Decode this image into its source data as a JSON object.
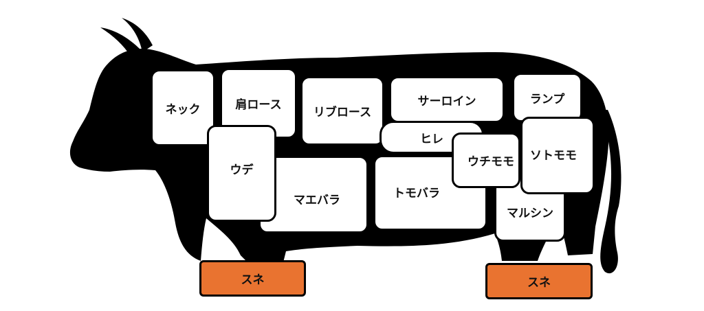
{
  "colors": {
    "silhouette": "#000000",
    "cut_fill": "#ffffff",
    "shank_fill": "#e97330",
    "text": "#111111"
  },
  "cuts": {
    "neck": "ネック",
    "chuck_roll": "肩ロース",
    "ribeye": "リブロース",
    "sirloin": "サーロイン",
    "rump": "ランプ",
    "tenderloin": "ヒレ",
    "shoulder_clod": "ウデ",
    "brisket": "マエバラ",
    "flank": "トモバラ",
    "topside": "ウチモモ",
    "outside_round": "ソトモモ",
    "knuckle": "マルシン",
    "front_shank": "スネ",
    "hind_shank": "スネ"
  }
}
